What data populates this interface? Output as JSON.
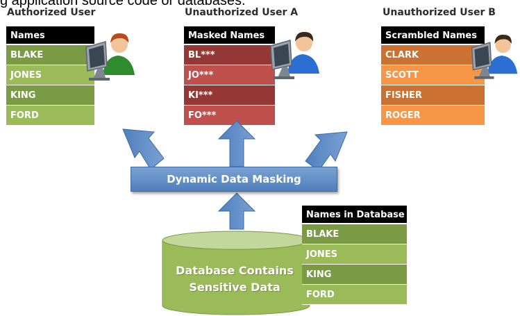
{
  "cutoff_text": "g application source code or databases.",
  "columns": [
    {
      "title": "Authorized User",
      "header": "Names",
      "rows": [
        "BLAKE",
        "JONES",
        "KING",
        "FORD"
      ]
    },
    {
      "title": "Unauthorized User A",
      "header": "Masked Names",
      "rows": [
        "BL***",
        "JO***",
        "KI***",
        "FO***"
      ]
    },
    {
      "title": "Unauthorized User B",
      "header": "Scrambled Names",
      "rows": [
        "CLARK",
        "SCOTT",
        "FISHER",
        "ROGER"
      ]
    }
  ],
  "masking_label": "Dynamic Data Masking",
  "database": {
    "line1": "Database Contains",
    "line2": "Sensitive Data",
    "table_header": "Names in Database",
    "rows": [
      "BLAKE",
      "JONES",
      "KING",
      "FORD"
    ]
  },
  "icons": [
    "user-computer-icon",
    "user-computer-icon",
    "user-computer-icon"
  ]
}
